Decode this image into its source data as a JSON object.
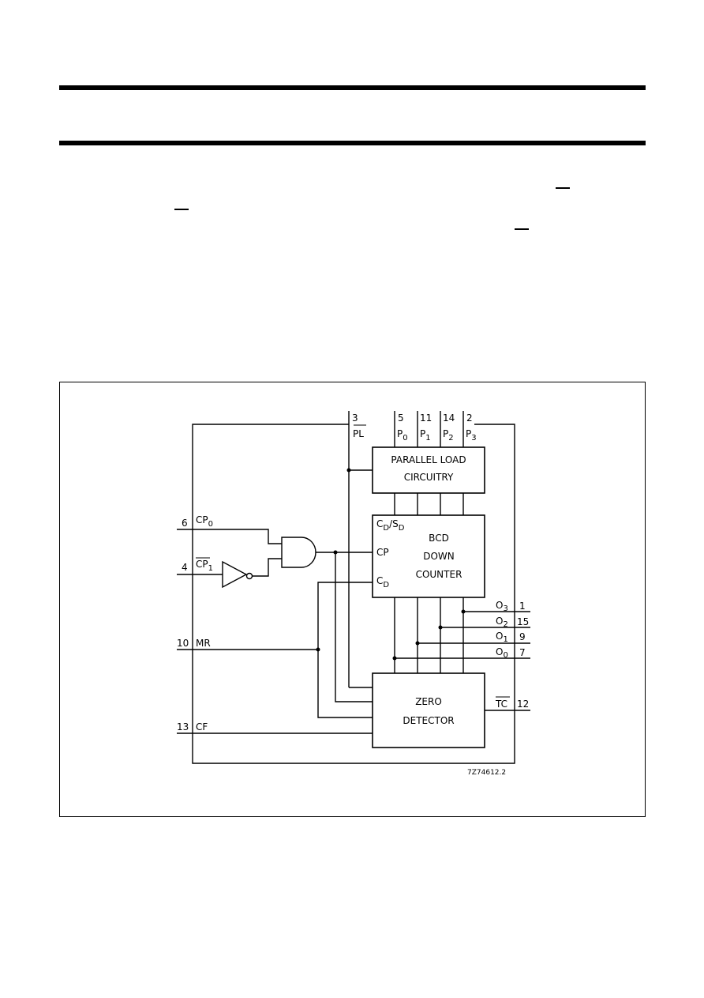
{
  "pins": {
    "pl_num": "3",
    "pl_label": "PL",
    "p0_num": "5",
    "p0_label": "P",
    "p0_sub": "0",
    "p1_num": "11",
    "p1_label": "P",
    "p1_sub": "1",
    "p2_num": "14",
    "p2_label": "P",
    "p2_sub": "2",
    "p3_num": "2",
    "p3_label": "P",
    "p3_sub": "3",
    "cp0_num": "6",
    "cp0_label": "CP",
    "cp0_sub": "0",
    "cp1_num": "4",
    "cp1_label": "CP",
    "cp1_sub": "1",
    "mr_num": "10",
    "mr_label": "MR",
    "cf_num": "13",
    "cf_label": "CF",
    "o3_label": "O",
    "o3_sub": "3",
    "o3_num": "1",
    "o2_label": "O",
    "o2_sub": "2",
    "o2_num": "15",
    "o1_label": "O",
    "o1_sub": "1",
    "o1_num": "9",
    "o0_label": "O",
    "o0_sub": "0",
    "o0_num": "7",
    "tc_label": "TC",
    "tc_num": "12"
  },
  "blocks": {
    "parallel_load_l1": "PARALLEL LOAD",
    "parallel_load_l2": "CIRCUITRY",
    "counter_l1": "BCD",
    "counter_l2": "DOWN",
    "counter_l3": "COUNTER",
    "zero_l1": "ZERO",
    "zero_l2": "DETECTOR"
  },
  "ports": {
    "cdsd_c": "C",
    "cdsd_d1": "D",
    "cdsd_slash": "/S",
    "cdsd_d2": "D",
    "cp": "CP",
    "cd_c": "C",
    "cd_d": "D"
  },
  "figure_ref": "7Z74612.2"
}
